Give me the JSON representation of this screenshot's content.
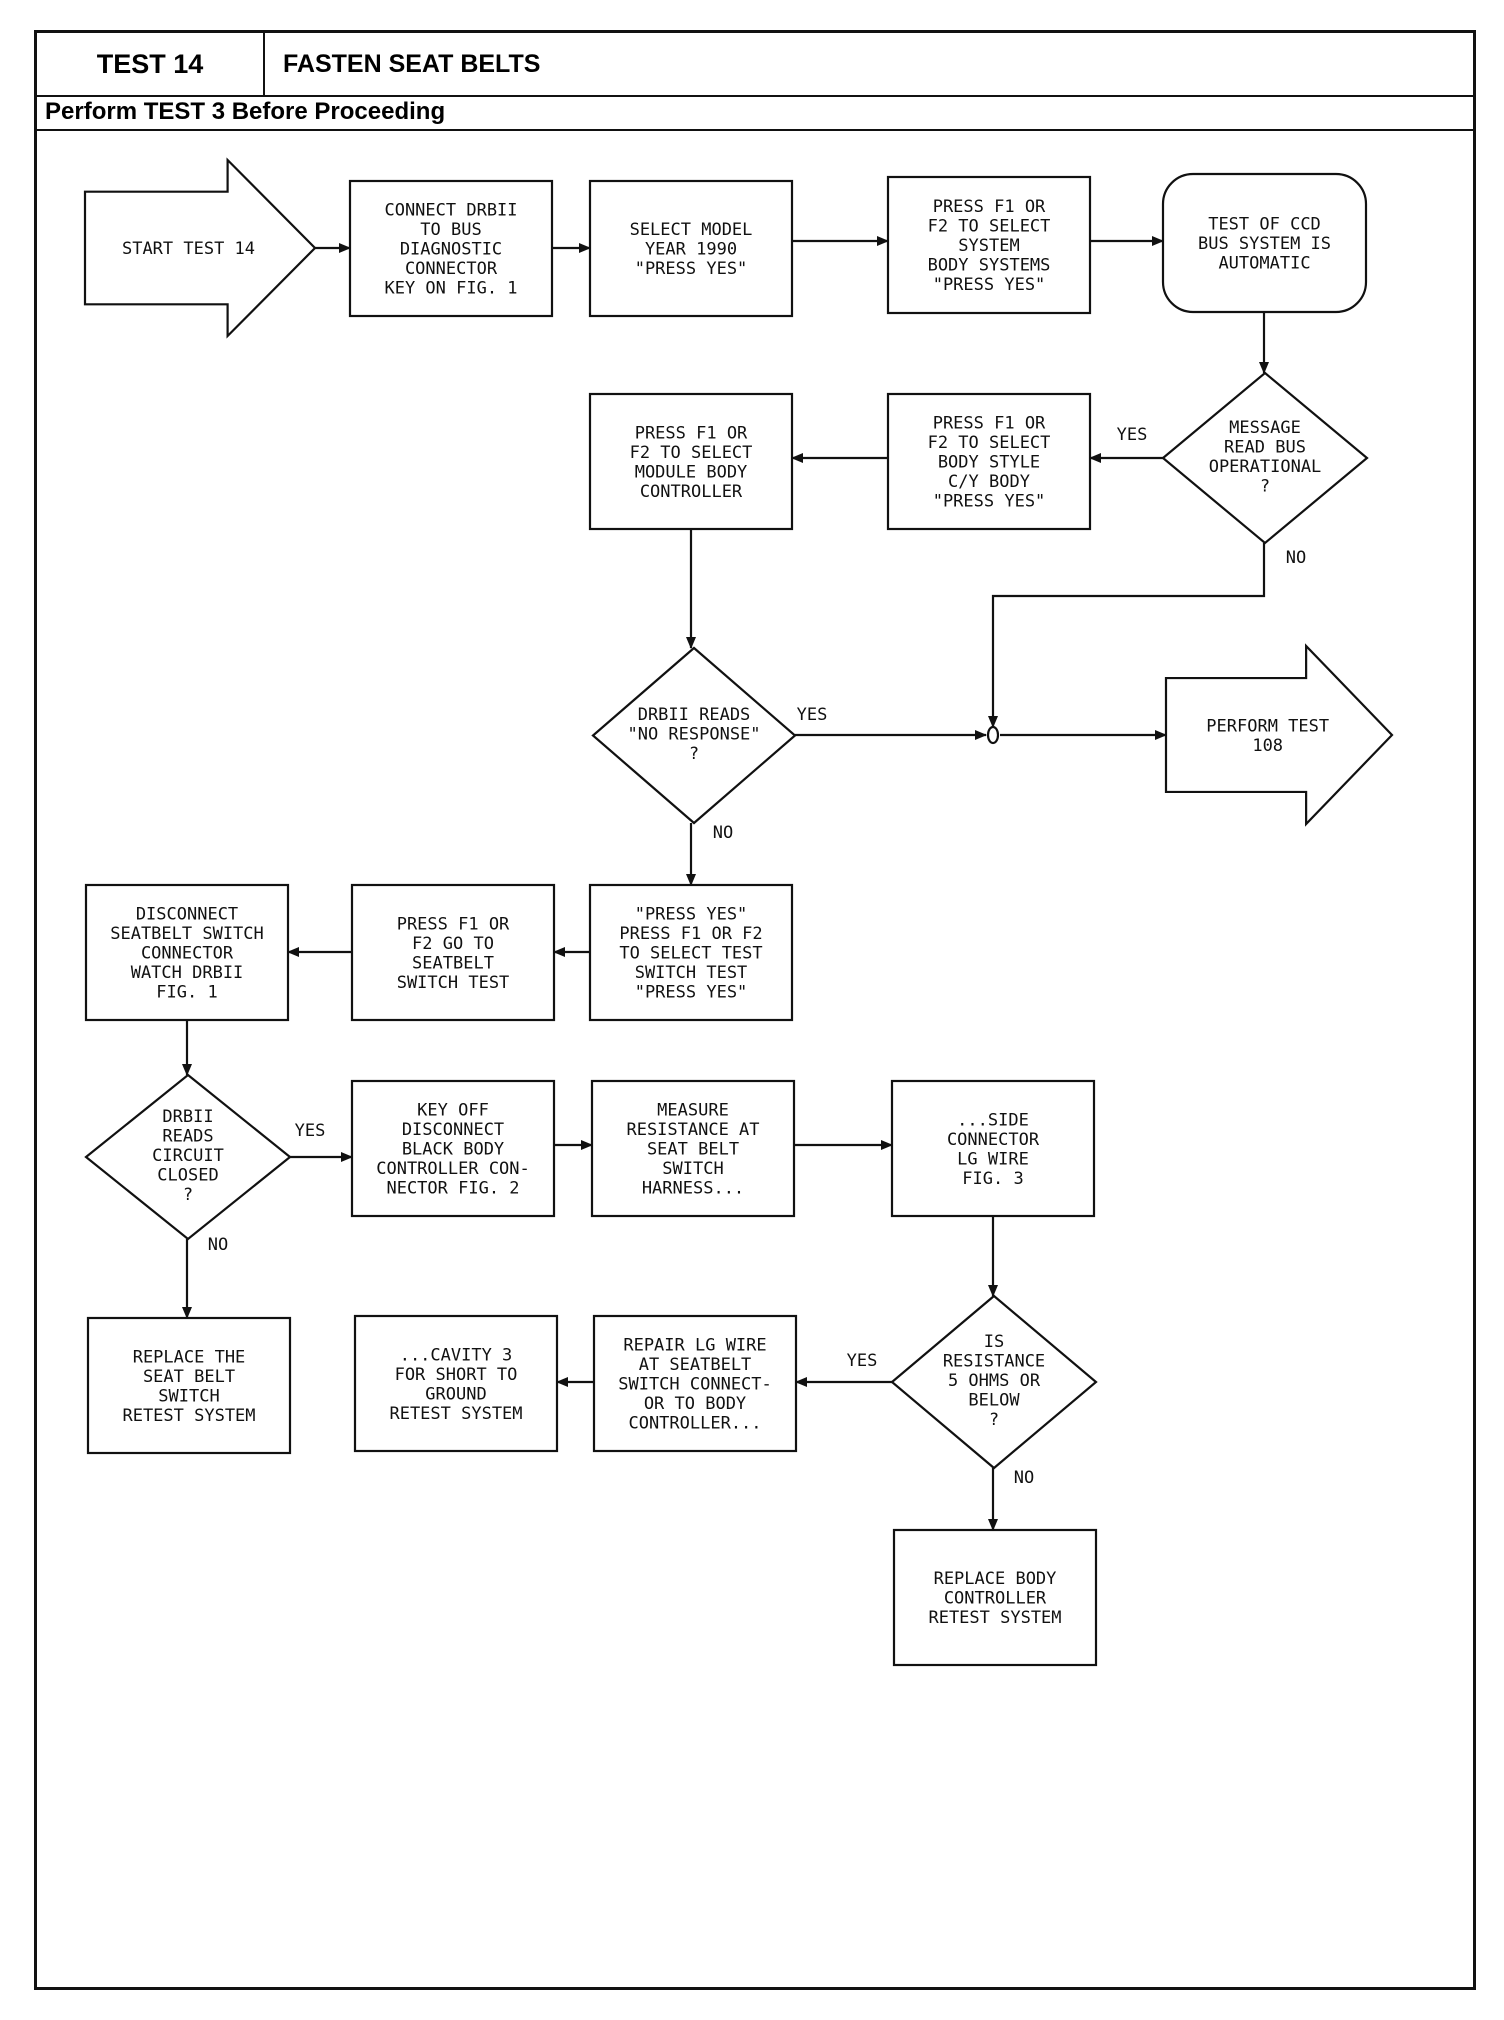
{
  "header": {
    "test_number": "TEST 14",
    "test_title": "FASTEN SEAT BELTS",
    "prerequisite": "Perform TEST 3 Before Proceeding"
  },
  "flowchart": {
    "start": [
      "START TEST 14"
    ],
    "connect_drb": [
      "CONNECT DRBII",
      "TO BUS",
      "DIAGNOSTIC",
      "CONNECTOR",
      "KEY ON FIG. 1"
    ],
    "select_model": [
      "SELECT MODEL",
      "YEAR 1990",
      "\"PRESS YES\""
    ],
    "select_system": [
      "PRESS F1 OR",
      "F2 TO SELECT",
      "SYSTEM",
      "BODY SYSTEMS",
      "\"PRESS YES\""
    ],
    "ccd_auto": [
      "TEST OF CCD",
      "BUS SYSTEM IS",
      "AUTOMATIC"
    ],
    "msg_bus_op": [
      "MESSAGE",
      "READ BUS",
      "OPERATIONAL",
      "?"
    ],
    "select_body_style": [
      "PRESS F1 OR",
      "F2 TO SELECT",
      "BODY STYLE",
      "C/Y BODY",
      "\"PRESS YES\""
    ],
    "select_module": [
      "PRESS F1 OR",
      "F2 TO SELECT",
      "MODULE BODY",
      "CONTROLLER"
    ],
    "no_response": [
      "DRBII READS",
      "\"NO RESPONSE\"",
      "?"
    ],
    "perform_108": [
      "PERFORM TEST",
      "108"
    ],
    "select_switch_test": [
      "\"PRESS YES\"",
      "PRESS F1 OR F2",
      "TO SELECT TEST",
      "SWITCH TEST",
      "\"PRESS YES\""
    ],
    "go_switch_test": [
      "PRESS F1 OR",
      "F2 GO TO",
      "SEATBELT",
      "SWITCH TEST"
    ],
    "disconnect_switch": [
      "DISCONNECT",
      "SEATBELT SWITCH",
      "CONNECTOR",
      "WATCH DRBII",
      "FIG. 1"
    ],
    "circuit_closed": [
      "DRBII",
      "READS",
      "CIRCUIT",
      "CLOSED",
      "?"
    ],
    "key_off": [
      "KEY OFF",
      "DISCONNECT",
      "BLACK BODY",
      "CONTROLLER CON-",
      "NECTOR FIG. 2"
    ],
    "measure_res": [
      "MEASURE",
      "RESISTANCE AT",
      "SEAT BELT",
      "SWITCH",
      "HARNESS..."
    ],
    "side_connector": [
      "...SIDE",
      "CONNECTOR",
      "LG WIRE",
      "FIG. 3"
    ],
    "replace_switch": [
      "REPLACE THE",
      "SEAT BELT",
      "SWITCH",
      "RETEST SYSTEM"
    ],
    "res_5ohm": [
      "IS",
      "RESISTANCE",
      "5 OHMS OR",
      "BELOW",
      "?"
    ],
    "repair_lg": [
      "REPAIR LG WIRE",
      "AT SEATBELT",
      "SWITCH CONNECT-",
      "OR TO BODY",
      "CONTROLLER..."
    ],
    "cavity3": [
      "...CAVITY 3",
      "FOR SHORT TO",
      "GROUND",
      "RETEST SYSTEM"
    ],
    "replace_body": [
      "REPLACE BODY",
      "CONTROLLER",
      "RETEST SYSTEM"
    ],
    "labels": {
      "yes": "YES",
      "no": "NO"
    }
  }
}
